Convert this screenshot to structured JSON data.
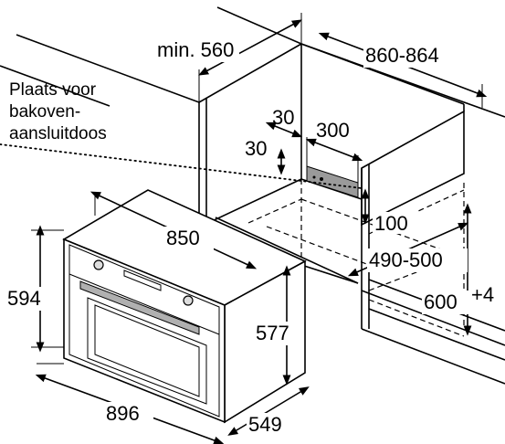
{
  "labels": {
    "min_depth": "min. 560",
    "niche_width": "860-864",
    "note_line1": "Plaats voor",
    "note_line2": "bakoven-",
    "note_line3": "aansluitdoos",
    "offset_30_top": "30",
    "box_300": "300",
    "offset_30_side": "30",
    "depth_100": "100",
    "inner_850": "850",
    "inner_490_500": "490-500",
    "height_600": "600",
    "height_600_tol": "+4",
    "front_height_594": "594",
    "body_height_577": "577",
    "front_width_896": "896",
    "body_depth_549": "549"
  },
  "colors": {
    "line": "#000000",
    "connection_box": "#9a9a9a",
    "handle": "#b0b0b0"
  }
}
